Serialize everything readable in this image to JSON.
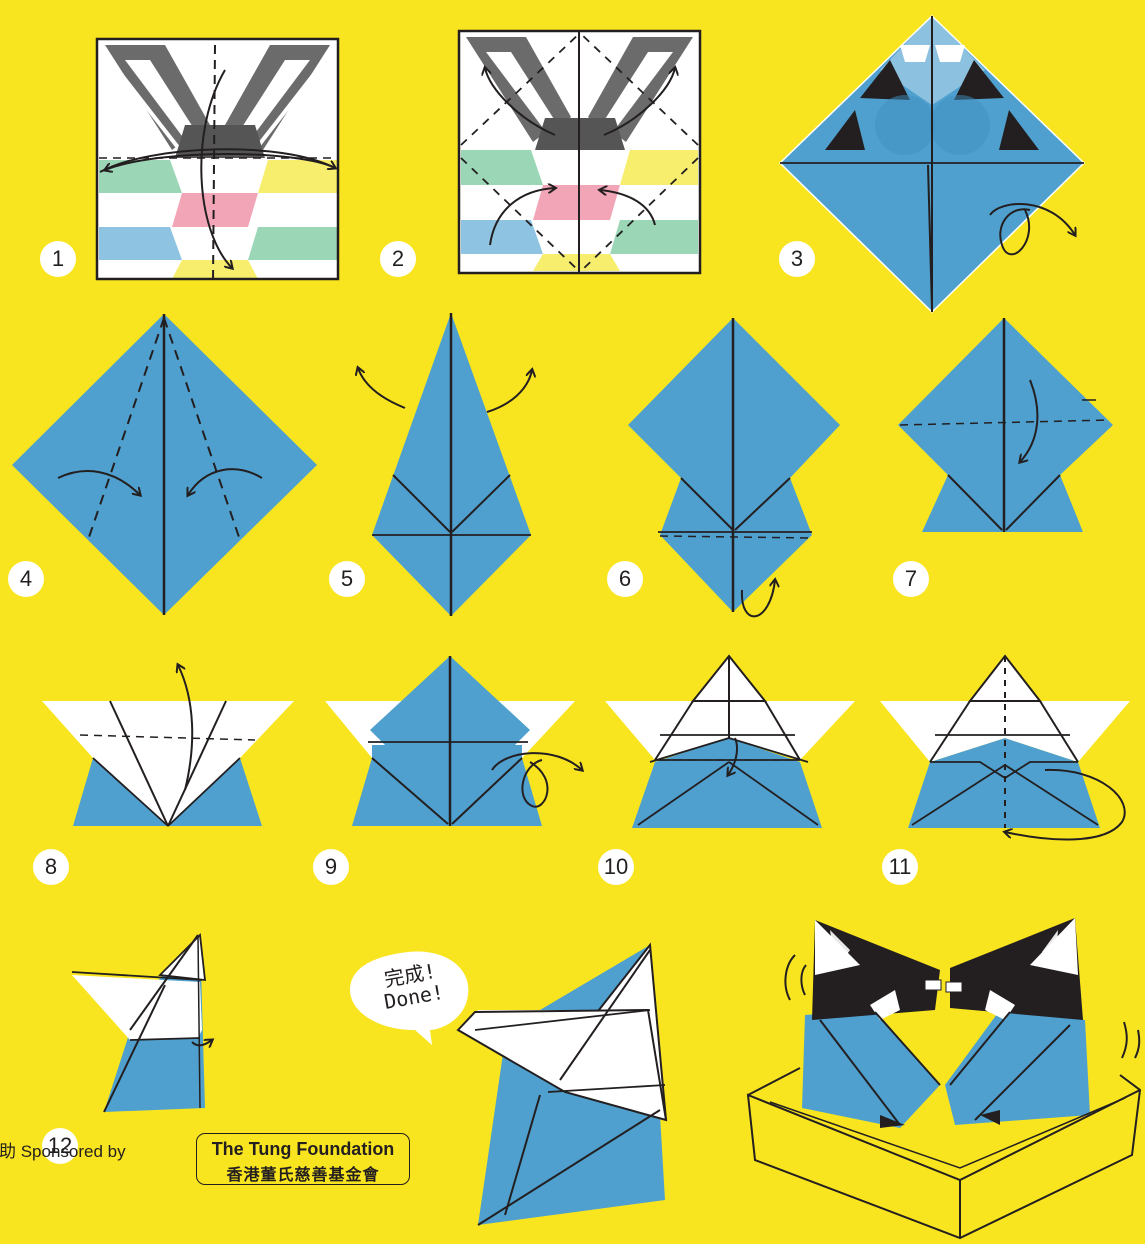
{
  "steps": [
    "1",
    "2",
    "3",
    "4",
    "5",
    "6",
    "7",
    "8",
    "9",
    "10",
    "11",
    "12"
  ],
  "done_bubble": {
    "line1": "完成!",
    "line2": "Done!"
  },
  "sponsor": {
    "label": "贊助 Sponsored by",
    "logo_en": "The Tung Foundation",
    "logo_zh": "香港董氏慈善基金會"
  },
  "colors": {
    "background": "#f9e51f",
    "paper_blue": "#4fa0cf",
    "paper_white": "#ffffff",
    "stripe_green": "#9bd6b6",
    "stripe_yellow": "#f6ee6c",
    "stripe_pink": "#f1a5b7",
    "stripe_blue": "#8ec4e2",
    "ink": "#231f20"
  },
  "icons": [
    "fold-arrow-icon",
    "turn-over-icon",
    "speech-bubble-icon",
    "motion-lines-icon"
  ]
}
